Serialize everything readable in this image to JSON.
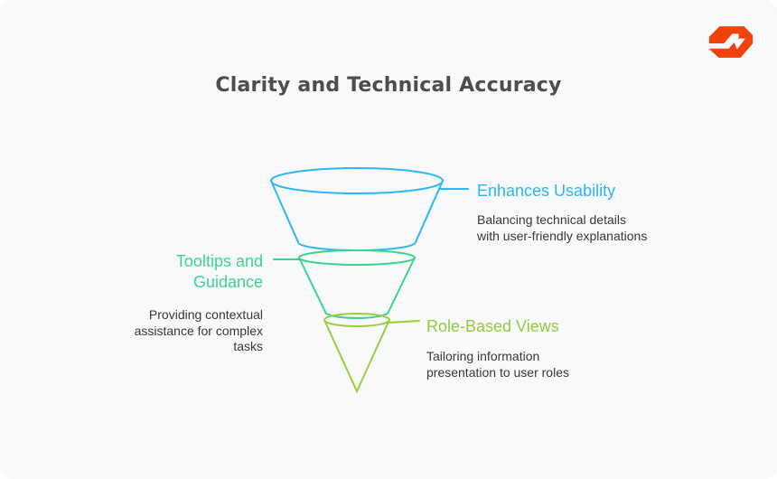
{
  "card": {
    "background": "#f8f9fa"
  },
  "title": {
    "text": "Clarity and Technical Accuracy",
    "color": "#4d4d4d"
  },
  "logo": {
    "name": "recraft-logo",
    "color": "#f2420b"
  },
  "funnel": {
    "type": "funnel",
    "description_color": "#383838",
    "stages": [
      {
        "label": "Enhances Usability",
        "description": "Balancing technical details with user-friendly explanations",
        "color": "#29b6f6",
        "label_side": "right"
      },
      {
        "label": "Tooltips and Guidance",
        "description": "Providing contextual assistance for complex tasks",
        "color": "#3ed28f",
        "label_side": "left"
      },
      {
        "label": "Role-Based Views",
        "description": "Tailoring information presentation to user roles",
        "color": "#96c93d",
        "label_side": "right"
      }
    ]
  }
}
